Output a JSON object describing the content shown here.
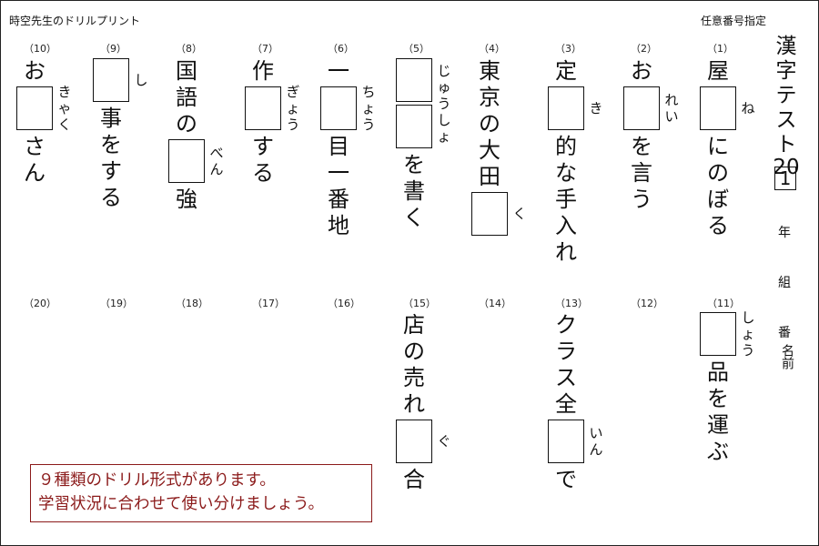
{
  "header": {
    "left": "時空先生のドリルプリント",
    "right": "任意番号指定"
  },
  "title": {
    "chars": [
      "漢",
      "字",
      "テ",
      "ス",
      "ト"
    ],
    "year_prefix": "20",
    "test_number": "1"
  },
  "meta": {
    "year": "年",
    "class": "組",
    "number": "番",
    "name": "名前"
  },
  "row1": [
    {
      "no": "（1）",
      "before": [
        "屋"
      ],
      "reading": [
        "ね"
      ],
      "after": [
        "に",
        "の",
        "ぼ",
        "る"
      ]
    },
    {
      "no": "（2）",
      "before": [
        "お"
      ],
      "reading": [
        "れ",
        "い"
      ],
      "after": [
        "を",
        "言",
        "う"
      ]
    },
    {
      "no": "（3）",
      "before": [
        "定"
      ],
      "reading": [
        "き"
      ],
      "after": [
        "的",
        "な",
        "手",
        "入",
        "れ"
      ]
    },
    {
      "no": "（4）",
      "before": [
        "東",
        "京",
        "の",
        "大",
        "田"
      ],
      "reading": [
        "く"
      ],
      "after": []
    },
    {
      "no": "（5）",
      "before": [],
      "reading": [
        "じ",
        "ゅ",
        "う",
        "し",
        "ょ"
      ],
      "after": [
        "を",
        "書",
        "く"
      ]
    },
    {
      "no": "（6）",
      "before": [
        "一"
      ],
      "reading": [
        "ち",
        "ょ",
        "う"
      ],
      "after": [
        "目",
        "一",
        "番",
        "地"
      ]
    },
    {
      "no": "（7）",
      "before": [
        "作"
      ],
      "reading": [
        "ぎ",
        "ょ",
        "う"
      ],
      "after": [
        "す",
        "る"
      ]
    },
    {
      "no": "（8）",
      "before": [
        "国",
        "語",
        "の"
      ],
      "reading": [
        "べ",
        "ん"
      ],
      "after": [
        "強"
      ]
    },
    {
      "no": "（9）",
      "before": [],
      "reading": [
        "し"
      ],
      "after": [
        "事",
        "を",
        "す",
        "る"
      ]
    },
    {
      "no": "（10）",
      "before": [
        "お"
      ],
      "reading": [
        "き",
        "ゃ",
        "く"
      ],
      "after": [
        "さ",
        "ん"
      ]
    }
  ],
  "row2": [
    {
      "no": "（11）",
      "before": [],
      "reading": [
        "し",
        "ょ",
        "う"
      ],
      "after": [
        "品",
        "を",
        "運",
        "ぶ"
      ]
    },
    {
      "no": "（12）"
    },
    {
      "no": "（13）",
      "before": [
        "ク",
        "ラ",
        "ス",
        "全"
      ],
      "reading": [
        "い",
        "ん"
      ],
      "after": [
        "で"
      ]
    },
    {
      "no": "（14）"
    },
    {
      "no": "（15）",
      "before": [
        "店",
        "の",
        "売",
        "れ"
      ],
      "reading": [
        "ぐ"
      ],
      "after": [
        "合"
      ]
    },
    {
      "no": "（16）"
    },
    {
      "no": "（17）"
    },
    {
      "no": "（18）"
    },
    {
      "no": "（19）"
    },
    {
      "no": "（20）"
    }
  ],
  "note": {
    "line1": "９種類のドリル形式があります。",
    "line2": "学習状況に合わせて使い分けましょう。"
  }
}
